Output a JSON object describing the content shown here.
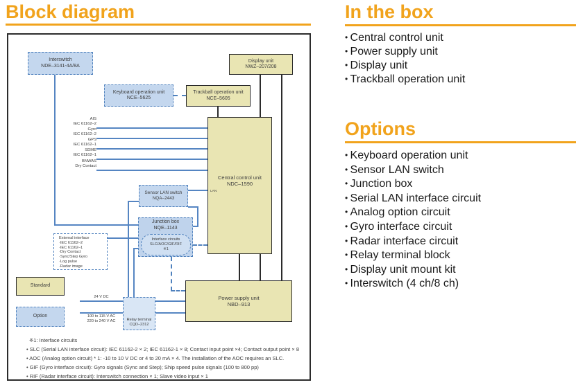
{
  "accent_color": "#F1A31C",
  "titles": {
    "block_diagram": "Block diagram",
    "in_the_box": "In the box",
    "options": "Options"
  },
  "in_the_box": {
    "items": [
      "Central control unit",
      "Power supply unit",
      "Display unit",
      "Trackball operation unit"
    ]
  },
  "options": {
    "items": [
      "Keyboard operation unit",
      "Sensor LAN switch",
      "Junction box",
      "Serial LAN interface circuit",
      "Analog option circuit",
      "Gyro interface circuit",
      "Radar interface circuit",
      "Relay terminal block",
      "Display unit mount kit",
      "Interswitch (4 ch/8 ch)"
    ]
  },
  "diagram": {
    "boxes": {
      "interswitch": {
        "line1": "Interswitch",
        "line2": "NDE–3141-4A/8A"
      },
      "display_unit": {
        "line1": "Display unit",
        "line2": "NWZ–207/208"
      },
      "keyboard": {
        "line1": "Keyboard operation unit",
        "line2": "NCE–5625"
      },
      "trackball": {
        "line1": "Trackball operation unit",
        "line2": "NCE–5605"
      },
      "ccu": {
        "line1": "Central control unit",
        "line2": "NDC–1590",
        "port": "LAN"
      },
      "sensor_lan": {
        "line1": "Sensor LAN switch",
        "line2": "NQA–2443"
      },
      "junction": {
        "line1": "Junction box",
        "line2": "NQE–1143"
      },
      "interface_circuits": {
        "line1": "Interface circuits",
        "line2": "SLC/AOC/GIF/RIF",
        "line3": "※1"
      },
      "power_supply": {
        "line1": "Power supply unit",
        "line2": "NBD–913"
      },
      "relay": {
        "line1": "Relay terminal",
        "line2": "CQD–2312"
      },
      "external_interface": {
        "title": "External interface",
        "items": [
          "·IEC 61162–2",
          "·IEC 61162–1",
          "·Dry Contact",
          "·Sync/Step Gyro",
          "·Log pulse",
          "·Radar image"
        ]
      }
    },
    "legend": {
      "standard": "Standard",
      "option": "Option"
    },
    "signals": [
      {
        "name": "AIS",
        "spec": "IEC 61162–2"
      },
      {
        "name": "Gyro",
        "spec": "IEC 61162–2"
      },
      {
        "name": "GPS",
        "spec": "IEC 61162–1"
      },
      {
        "name": "SDME",
        "spec": "IEC 61162–1"
      },
      {
        "name": "BNWAS",
        "spec": "Dry Contact"
      }
    ],
    "power_labels": {
      "dc": "24 V DC",
      "ac1": "100 to 115 V AC",
      "ac2": "220 to 240 V AC"
    },
    "notes": [
      "※1: Interface circuits",
      "• SLC (Serial LAN interface circuit): IEC 61162-2 × 2; IEC 61162-1 × 8; Contact input point ×4; Contact output point × 8",
      "• AOC (Analog option circuit) * 1: -10 to 10 V DC or 4 to 20 mA × 4. The installation of the AOC requires an SLC.",
      "• GIF (Gyro interface circuit): Gyro signals (Sync and Step); Ship speed pulse signals (100 to 800 pp)",
      "• RIF (Radar interface circuit): Interswitch connection × 1; Slave video input × 1"
    ]
  }
}
